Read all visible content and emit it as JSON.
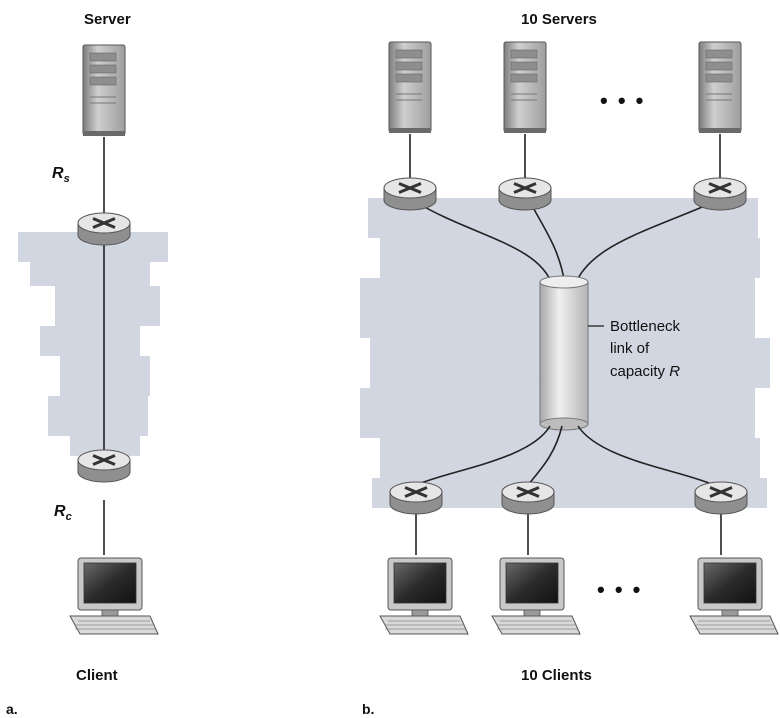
{
  "panel_a": {
    "panel_label": "a.",
    "server_label": "Server",
    "client_label": "Client",
    "server_link_rate": {
      "main": "R",
      "sub": "s"
    },
    "client_link_rate": {
      "main": "R",
      "sub": "c"
    }
  },
  "panel_b": {
    "panel_label": "b.",
    "servers_label": "10 Servers",
    "clients_label": "10 Clients",
    "ellipsis": "• • •",
    "bottleneck_label": {
      "line1": "Bottleneck",
      "line2": "link of",
      "line3_prefix": "capacity ",
      "line3_var": "R"
    }
  },
  "icons": {
    "server": "server-tower-icon",
    "router": "router-icon",
    "client": "desktop-computer-icon"
  },
  "colors": {
    "cloud": "#c9d0dc",
    "router_top": "#e4e4e4",
    "router_side": "#9a9a9a",
    "tower": "#b9b9b9",
    "pipe": "#d8d8d8",
    "line": "#222222"
  }
}
